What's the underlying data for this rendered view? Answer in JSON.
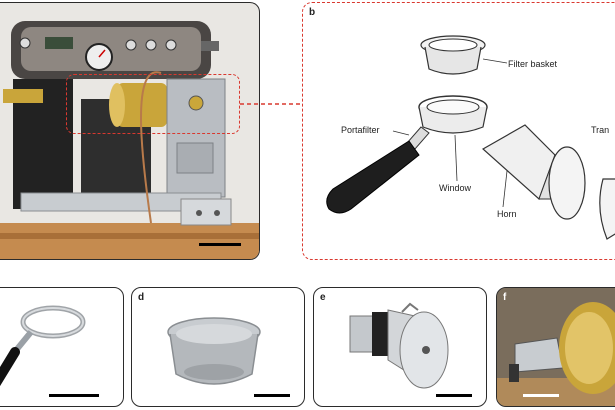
{
  "panels": {
    "a": {
      "label": ""
    },
    "b": {
      "label": "b",
      "callouts": {
        "filter_basket": "Filter basket",
        "portafilter": "Portafilter",
        "window": "Window",
        "horn": "Horn",
        "transducer": "Tran"
      }
    },
    "c": {
      "label": ""
    },
    "d": {
      "label": "d"
    },
    "e": {
      "label": "e"
    },
    "f": {
      "label": "f"
    }
  },
  "colors": {
    "highlight_dash": "#d9382f",
    "panel_border": "#2b2b2b",
    "brass": "#c9a53a",
    "steel": "#b9bdc2"
  }
}
